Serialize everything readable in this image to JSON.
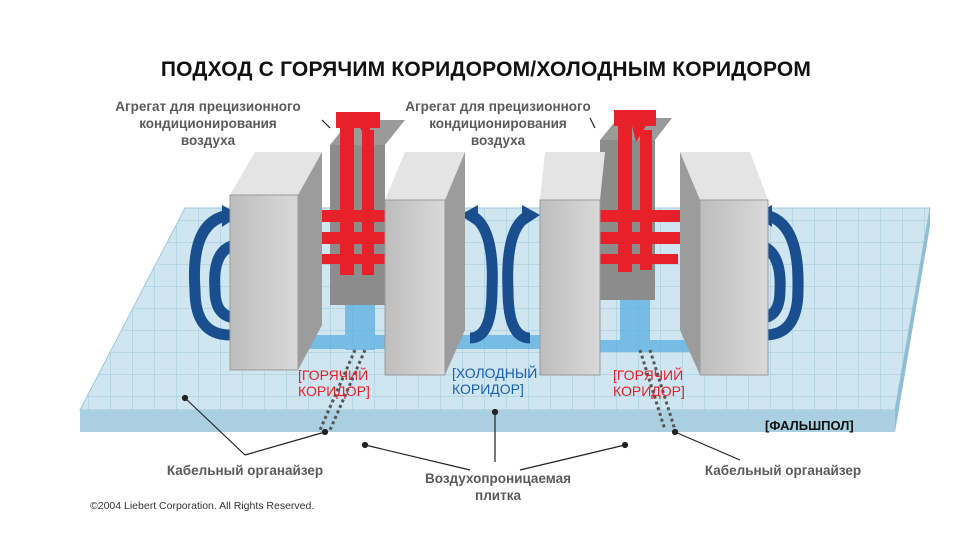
{
  "title": "ПОДХОД С ГОРЯЧИМ КОРИДОРОМ/ХОЛОДНЫМ КОРИДОРОМ",
  "labels": {
    "crac_left": [
      "Агрегат для прецизионного",
      "кондиционирования",
      "воздуха"
    ],
    "crac_right": [
      "Агрегат для прецизионного",
      "кондиционирования",
      "воздуха"
    ],
    "hot_aisle_left": [
      "[ГОРЯЧИЙ",
      "КОРИДОР]"
    ],
    "cold_aisle": [
      "[ХОЛОДНЫЙ",
      "КОРИДОР]"
    ],
    "hot_aisle_right": [
      "[ГОРЯЧИЙ",
      "КОРИДОР]"
    ],
    "raised_floor": "[ФАЛЬШПОЛ]",
    "cable_organizer_left": "Кабельный органайзер",
    "perforated_tile": [
      "Воздухопроницаемая",
      "плитка"
    ],
    "cable_organizer_right": "Кабельный органайзер"
  },
  "copyright": "©2004 Liebert Corporation. All Rights Reserved.",
  "colors": {
    "hot": "#e8202a",
    "cold": "#1a4f8f",
    "cold_light": "#5aaee0",
    "floor": "#c9e3ee",
    "rack": "#c8c8c8"
  }
}
